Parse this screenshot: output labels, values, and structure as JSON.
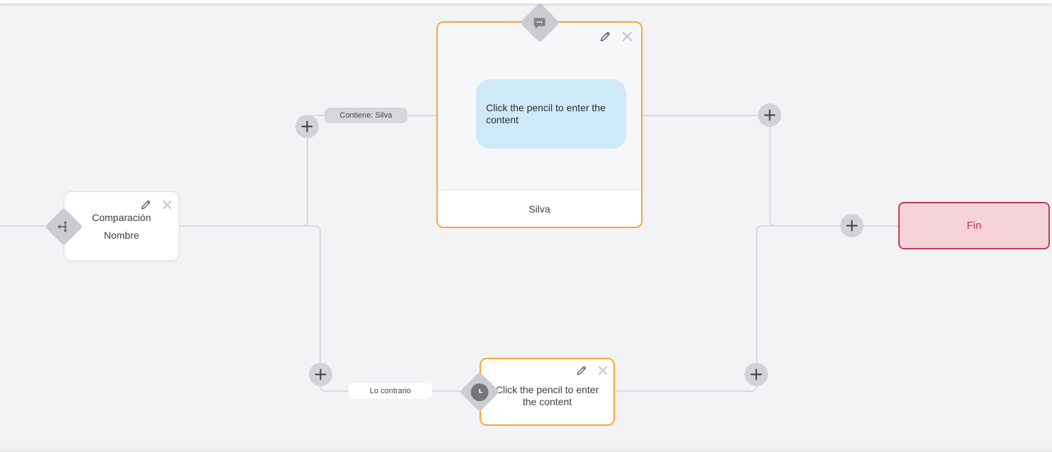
{
  "colors": {
    "background": "#f2f3f5",
    "connector": "#d9dade",
    "accent_orange": "#f8a53d",
    "bubble_blue": "#cee9f7",
    "end_border": "#c43a53",
    "end_background": "#f6d2d9"
  },
  "icons": {
    "add": "plus-icon",
    "edit": "pencil-icon",
    "delete": "close-icon",
    "condition_type": "branch-icon",
    "message_type": "chat-bubble-icon",
    "content_type": "clock-icon"
  },
  "condition_node": {
    "line1": "Comparación",
    "line2": "Nombre"
  },
  "message_node": {
    "bubble_text": "Click the pencil to enter the content",
    "footer": "Silva"
  },
  "content_node": {
    "text": "Click the pencil to enter the content"
  },
  "end_node": {
    "label": "Fin"
  },
  "edge_labels": {
    "condition_true": "Contiene: Silva",
    "condition_false": "Lo contrario"
  }
}
